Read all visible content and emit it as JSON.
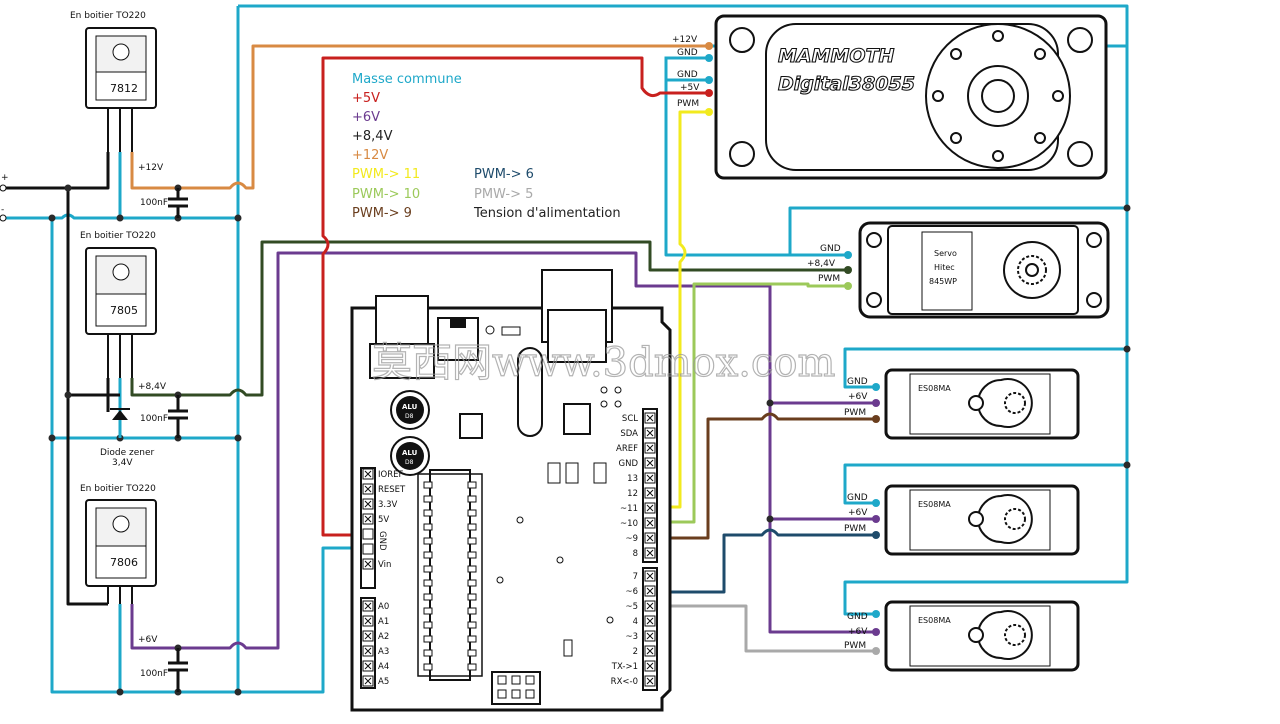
{
  "colors": {
    "ground": "#1ea8c9",
    "v5": "#c8201e",
    "v6": "#6b3b8f",
    "v84": "#324b24",
    "v12": "#d88a43",
    "pwm11": "#f2ea1e",
    "pwm10": "#9cc95a",
    "pwm9": "#6a3e1e",
    "pwm6": "#1e4b6b",
    "pwm5": "#a9a9a9",
    "black": "#111111"
  },
  "regulators": [
    {
      "package": "En boitier TO220",
      "part": "7812",
      "output": "+12V",
      "cap": "100nF"
    },
    {
      "package": "En boitier TO220",
      "part": "7805",
      "output": "+8,4V",
      "cap": "100nF"
    },
    {
      "package": "En boitier TO220",
      "part": "7806",
      "output": "+6V",
      "cap": "100nF"
    }
  ],
  "input_terminals": {
    "plus": "+",
    "minus": "-"
  },
  "zener": {
    "label1": "Diode zener",
    "label2": "3,4V"
  },
  "legend": [
    {
      "text": "Masse commune",
      "color": "#1ea8c9"
    },
    {
      "text": "+5V",
      "color": "#c8201e"
    },
    {
      "text": "+6V",
      "color": "#6b3b8f"
    },
    {
      "text": "+8,4V",
      "color": "#222222"
    },
    {
      "text": "+12V",
      "color": "#d88a43"
    },
    {
      "text": "PWM-> 11",
      "color": "#f2ea1e"
    },
    {
      "text": "PWM-> 10",
      "color": "#9cc95a"
    },
    {
      "text": "PWM-> 9",
      "color": "#6a3e1e"
    },
    {
      "text": "PWM-> 6",
      "color": "#1e4b6b"
    },
    {
      "text": "PMW-> 5",
      "color": "#a9a9a9"
    },
    {
      "text": "Tension d'alimentation",
      "color": "#222222"
    }
  ],
  "mammoth": {
    "name1": "MAMMOTH",
    "name2": "Digital38055",
    "pins": [
      "+12V",
      "GND",
      "GND",
      "+5V",
      "PWM"
    ]
  },
  "hitec": {
    "line1": "Servo",
    "line2": "Hitec",
    "line3": "845WP",
    "pins": [
      "GND",
      "+8,4V",
      "PWM"
    ]
  },
  "small_servos": [
    {
      "model": "ES08MA",
      "pins": [
        "GND",
        "+6V",
        "PWM"
      ]
    },
    {
      "model": "ES08MA",
      "pins": [
        "GND",
        "+6V",
        "PWM"
      ]
    },
    {
      "model": "ES08MA",
      "pins": [
        "GND",
        "+6V",
        "PWM"
      ]
    }
  ],
  "arduino": {
    "cap_text": "ALU",
    "cap_sub": "D8",
    "left_pins": [
      "IOREF",
      "RESET",
      "3.3V",
      "5V",
      "GND",
      "GND",
      "Vin"
    ],
    "analog_pins": [
      "A0",
      "A1",
      "A2",
      "A3",
      "A4",
      "A5"
    ],
    "right_pins_top": [
      "SCL",
      "SDA",
      "AREF",
      "GND",
      "13",
      "12",
      "~11",
      "~10",
      "~9",
      "8"
    ],
    "right_pins_bottom": [
      "7",
      "~6",
      "~5",
      "4",
      "~3",
      "2",
      "TX->1",
      "RX<-0"
    ]
  },
  "watermark": "莫西网www.3dmox.com"
}
